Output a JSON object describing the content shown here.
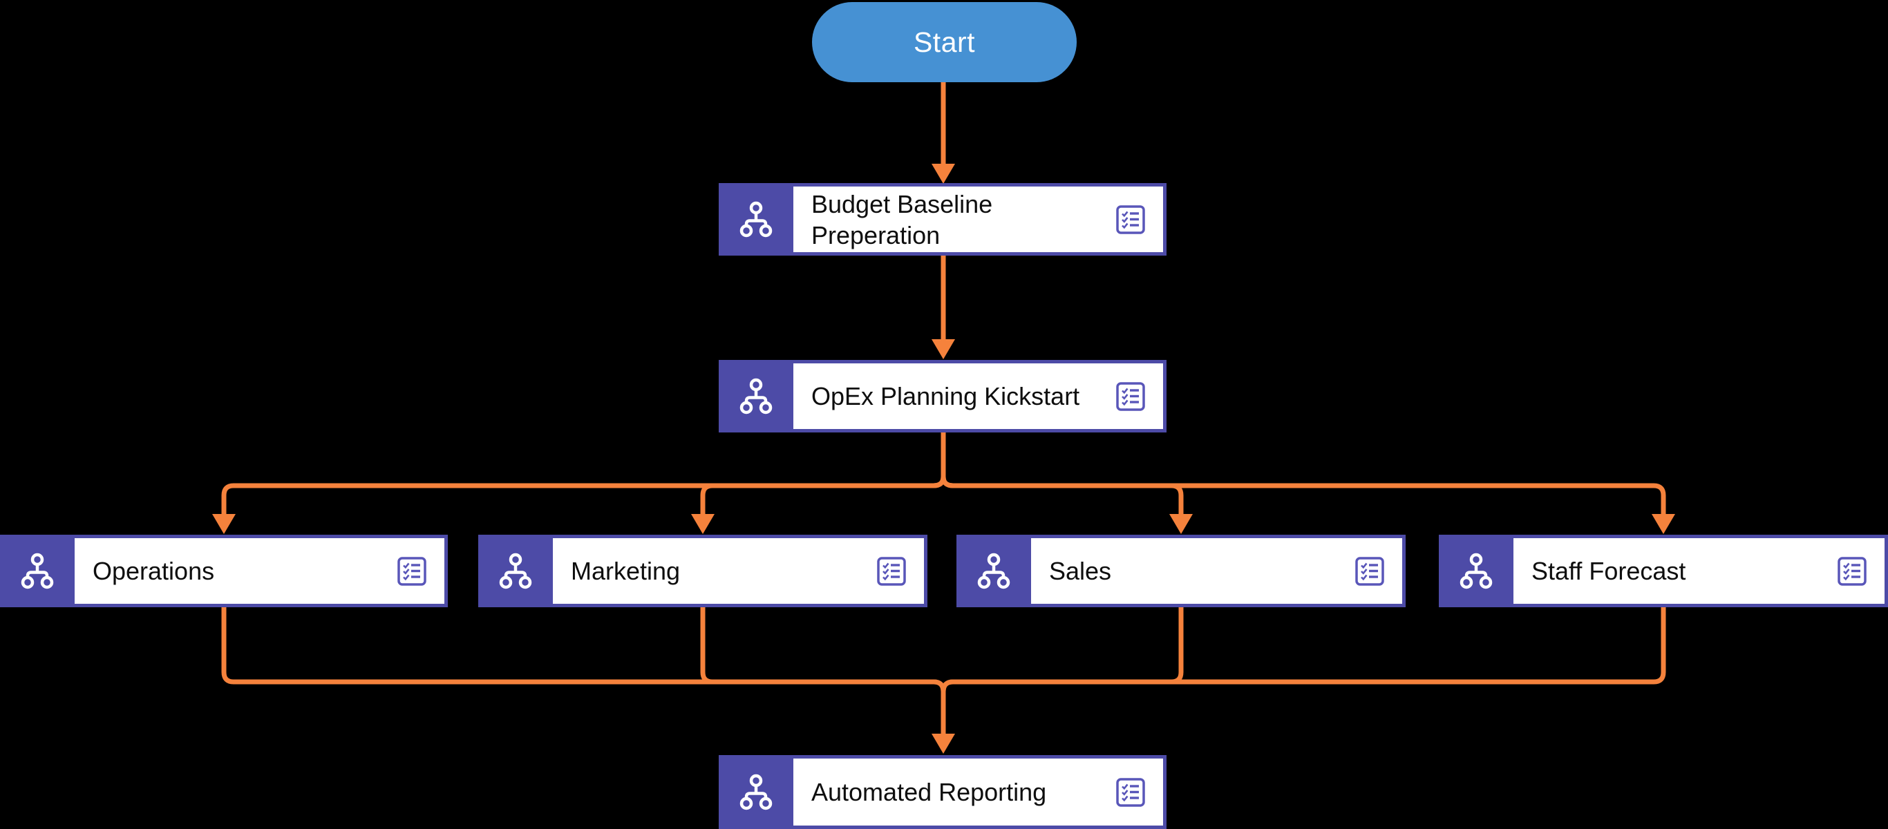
{
  "flowchart": {
    "start_label": "Start",
    "nodes": [
      {
        "id": "budget-baseline",
        "label": "Budget Baseline Preperation"
      },
      {
        "id": "opex-kickstart",
        "label": "OpEx Planning Kickstart"
      },
      {
        "id": "operations",
        "label": "Operations"
      },
      {
        "id": "marketing",
        "label": "Marketing"
      },
      {
        "id": "sales",
        "label": "Sales"
      },
      {
        "id": "staff-forecast",
        "label": "Staff Forecast"
      },
      {
        "id": "automated-reporting",
        "label": "Automated Reporting"
      }
    ],
    "edges": [
      "start -> budget-baseline",
      "budget-baseline -> opex-kickstart",
      "opex-kickstart -> operations",
      "opex-kickstart -> marketing",
      "opex-kickstart -> sales",
      "opex-kickstart -> staff-forecast",
      "operations -> automated-reporting",
      "marketing -> automated-reporting",
      "sales -> automated-reporting",
      "staff-forecast -> automated-reporting"
    ],
    "icons": {
      "node_left": "hierarchy-icon",
      "node_right": "checklist-icon"
    },
    "colors": {
      "background": "#000000",
      "start_fill": "#4691D3",
      "start_text": "#FFFFFF",
      "node_frame_purple": "#4D4BA7",
      "node_body": "#FFFFFF",
      "node_text": "#0E0E0E",
      "checklist_icon": "#5956B9",
      "hierarchy_icon": "#FFFFFF",
      "arrow_orange": "#F5823C"
    }
  }
}
